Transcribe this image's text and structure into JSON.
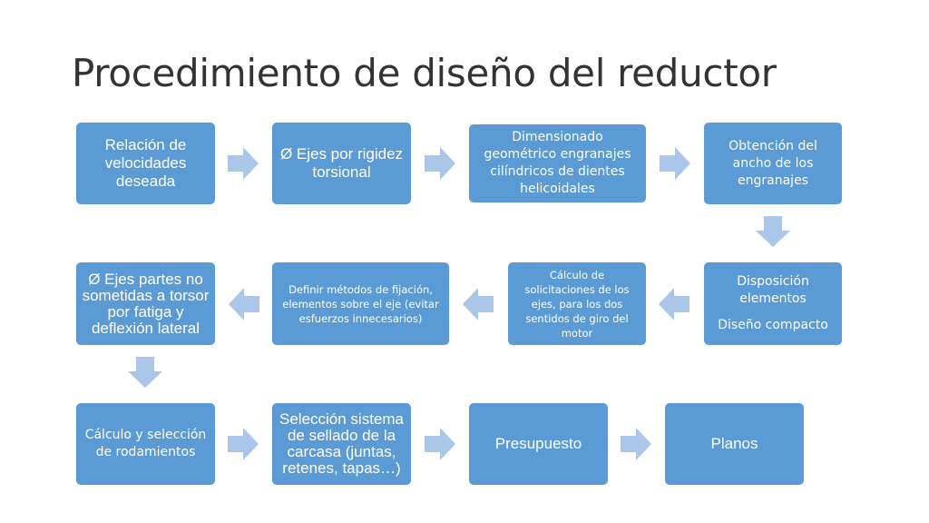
{
  "slide": {
    "title": "Procedimiento de diseño del reductor"
  },
  "steps": {
    "relacion": "Relación de velocidades deseada",
    "ejes_rigidez": "Ø Ejes por rigidez torsional",
    "dimensionado": "Dimensionado geométrico engranajes cilíndricos de dientes helicoidales",
    "ancho": "Obtención del ancho de los engranajes",
    "disposicion": "Disposición elementos",
    "diseno_compacto": "Diseño compacto",
    "solicitaciones": "Cálculo de solicitaciones de los ejes, para los dos sentidos de giro del motor",
    "fijacion": "Definir métodos de fijación, elementos sobre el eje (evitar esfuerzos innecesarios)",
    "ejes_fatiga": "Ø Ejes  partes no sometidas a torsor por fatiga y deflexión lateral",
    "rodamientos": "Cálculo y selección de rodamientos",
    "sellado": "Selección sistema de sellado de la carcasa (juntas, retenes, tapas…)",
    "presupuesto": "Presupuesto",
    "planos": "Planos"
  },
  "colors": {
    "box": "#5b9bd5",
    "arrow": "#aac6e8",
    "title": "#333333"
  }
}
